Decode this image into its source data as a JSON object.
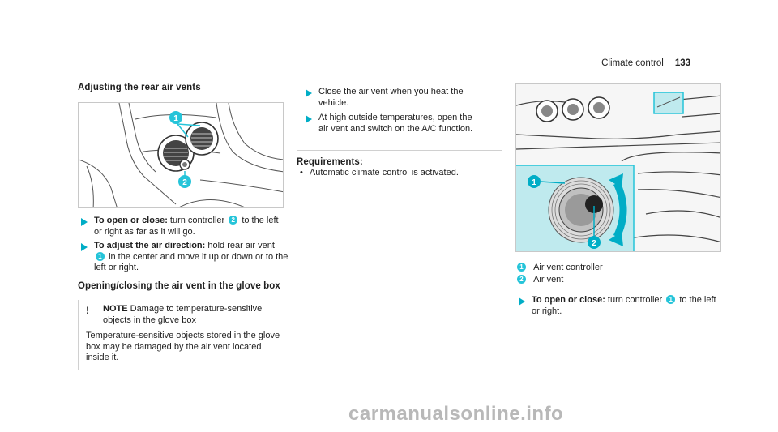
{
  "header": {
    "title": "Climate control",
    "page": "133"
  },
  "col1": {
    "heading": "Adjusting the rear air vents",
    "figure_callouts": [
      "1",
      "2"
    ],
    "step1": {
      "label": "To open or close:",
      "text_a": "turn controller",
      "ref": "2",
      "text_b": "to the left or right as far as it will go."
    },
    "step2": {
      "label": "To adjust the air direction:",
      "text_a": "hold rear air vent",
      "ref": "1",
      "text_b": "in the center and move it up or down or to the left or right."
    },
    "heading2": "Opening/closing the air vent in the glove box",
    "note": {
      "icon": "!",
      "label": "NOTE",
      "text": "Damage to temperature-sensitive objects in the glove box",
      "body": "Temperature-sensitive objects stored in the glove box may be damaged by the air vent located inside it."
    }
  },
  "col2": {
    "bullet1": "Close the air vent when you heat the vehicle.",
    "bullet2": "At high outside temperatures, open the air vent and switch on the A/C function.",
    "req_heading": "Requirements:",
    "req_item": "Automatic climate control is activated."
  },
  "col3": {
    "figure_callouts": [
      "1",
      "2"
    ],
    "legend": [
      {
        "num": "1",
        "text": "Air vent controller"
      },
      {
        "num": "2",
        "text": "Air vent"
      }
    ],
    "step": {
      "label": "To open or close:",
      "text_a": "turn controller",
      "ref": "1",
      "text_b": "to the left or right."
    }
  },
  "colors": {
    "accent": "#00adc6",
    "callout": "#25c4d9",
    "highlight": "#bfeaee"
  },
  "watermark": "carmanualsonline.info"
}
